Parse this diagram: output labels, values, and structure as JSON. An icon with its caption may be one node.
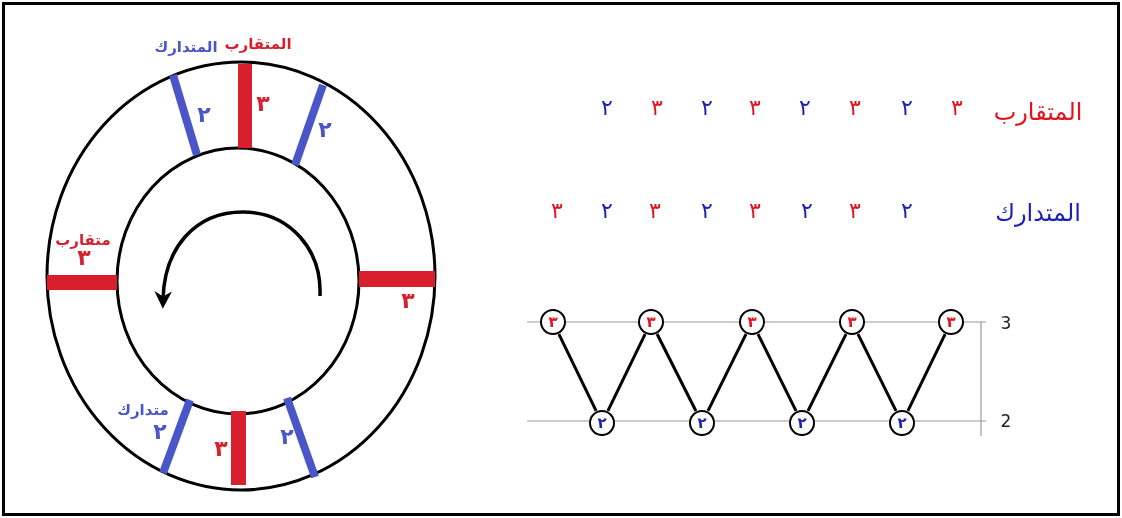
{
  "diagram": {
    "nodes": [
      {
        "text": [
          "٣"
        ]
      },
      {
        "text": [
          "٢"
        ]
      },
      {
        "text": [
          "٣"
        ]
      },
      {
        "text": [
          "٢"
        ]
      },
      {
        "text": [
          "٣"
        ]
      },
      {
        "text": [
          "٢"
        ]
      },
      {
        "text": [
          "٣"
        ]
      },
      {
        "text": [
          "٢"
        ]
      },
      {
        "text": [
          "٣"
        ]
      }
    ],
    "edges": [
      {
        "from": 0,
        "to": 1,
        "arrow": "none"
      },
      {
        "from": 1,
        "to": 2,
        "arrow": "none"
      },
      {
        "from": 2,
        "to": 3,
        "arrow": "none"
      },
      {
        "from": 3,
        "to": 4,
        "arrow": "none"
      },
      {
        "from": 4,
        "to": 5,
        "arrow": "none"
      },
      {
        "from": 5,
        "to": 6,
        "arrow": "none"
      },
      {
        "from": 6,
        "to": 7,
        "arrow": "none"
      },
      {
        "from": 7,
        "to": 8,
        "arrow": "none"
      }
    ],
    "labels": [
      "المتدارك",
      "المتقارب",
      "٢",
      "٣",
      "٢",
      "متقارب",
      "٣",
      "٣",
      "متدارك",
      "٢",
      "٣",
      "٢",
      "المتقارب",
      "٣",
      "٢",
      "٣",
      "٢",
      "٣",
      "٢",
      "٣",
      "٢",
      "المتدارك",
      "٢",
      "٣",
      "٢",
      "٣",
      "٢",
      "٣",
      "٢",
      "٣",
      "3",
      "2"
    ]
  }
}
